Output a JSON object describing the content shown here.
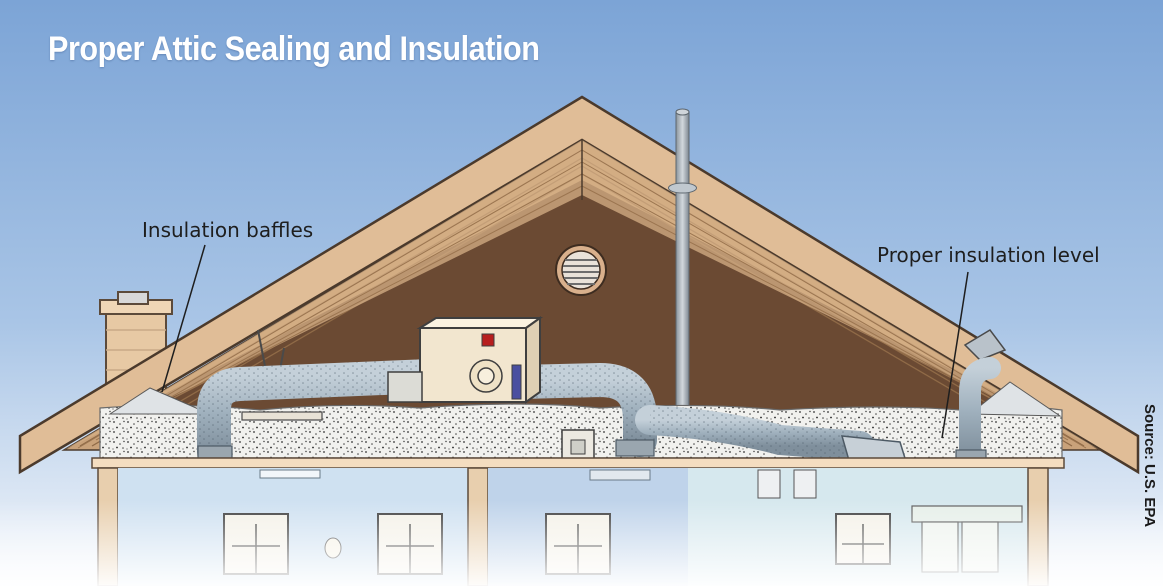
{
  "title": "Proper Attic Sealing and Insulation",
  "labels": {
    "insulation_baffles": "Insulation baffles",
    "proper_insulation_level": "Proper insulation level"
  },
  "source": "Source: U.S. EPA",
  "colors": {
    "sky_top": "#7fa6d6",
    "sky_bottom": "#f4f7fb",
    "roof_trim": "#d9b58f",
    "attic_interior": "#6b4a33",
    "insulation": "#f1f1ee",
    "duct": "#a9b8c4",
    "air_handler": "#f2e6cf",
    "room_wall": "#d6e6f4"
  }
}
